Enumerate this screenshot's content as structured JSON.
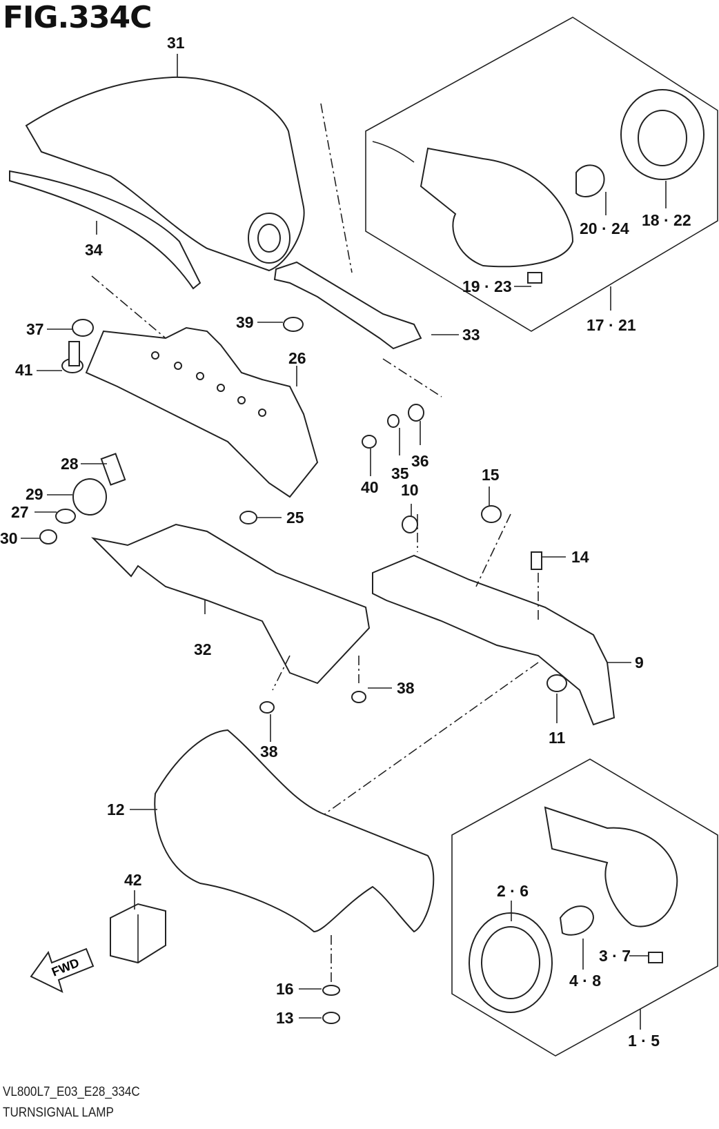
{
  "figure": {
    "title": "FIG.334C",
    "code": "VL800L7_E03_E28_334C",
    "name": "TURNSIGNAL LAMP",
    "direction_marker": "FWD"
  },
  "callouts": {
    "c31": "31",
    "c34": "34",
    "c37": "37",
    "c41": "41",
    "c39": "39",
    "c26": "26",
    "c33": "33",
    "c28": "28",
    "c29": "29",
    "c27": "27",
    "c30": "30",
    "c25": "25",
    "c40": "40",
    "c35": "35",
    "c36": "36",
    "c10": "10",
    "c15": "15",
    "c14": "14",
    "c32": "32",
    "c9": "9",
    "c38a": "38",
    "c38b": "38",
    "c11": "11",
    "c12": "12",
    "c42": "42",
    "c16": "16",
    "c13": "13",
    "c20_24": "20 · 24",
    "c18_22": "18 · 22",
    "c19_23": "19 · 23",
    "c17_21": "17 · 21",
    "c2_6": "2 · 6",
    "c3_7": "3 · 7",
    "c4_8": "4 · 8",
    "c1_5": "1 · 5"
  }
}
